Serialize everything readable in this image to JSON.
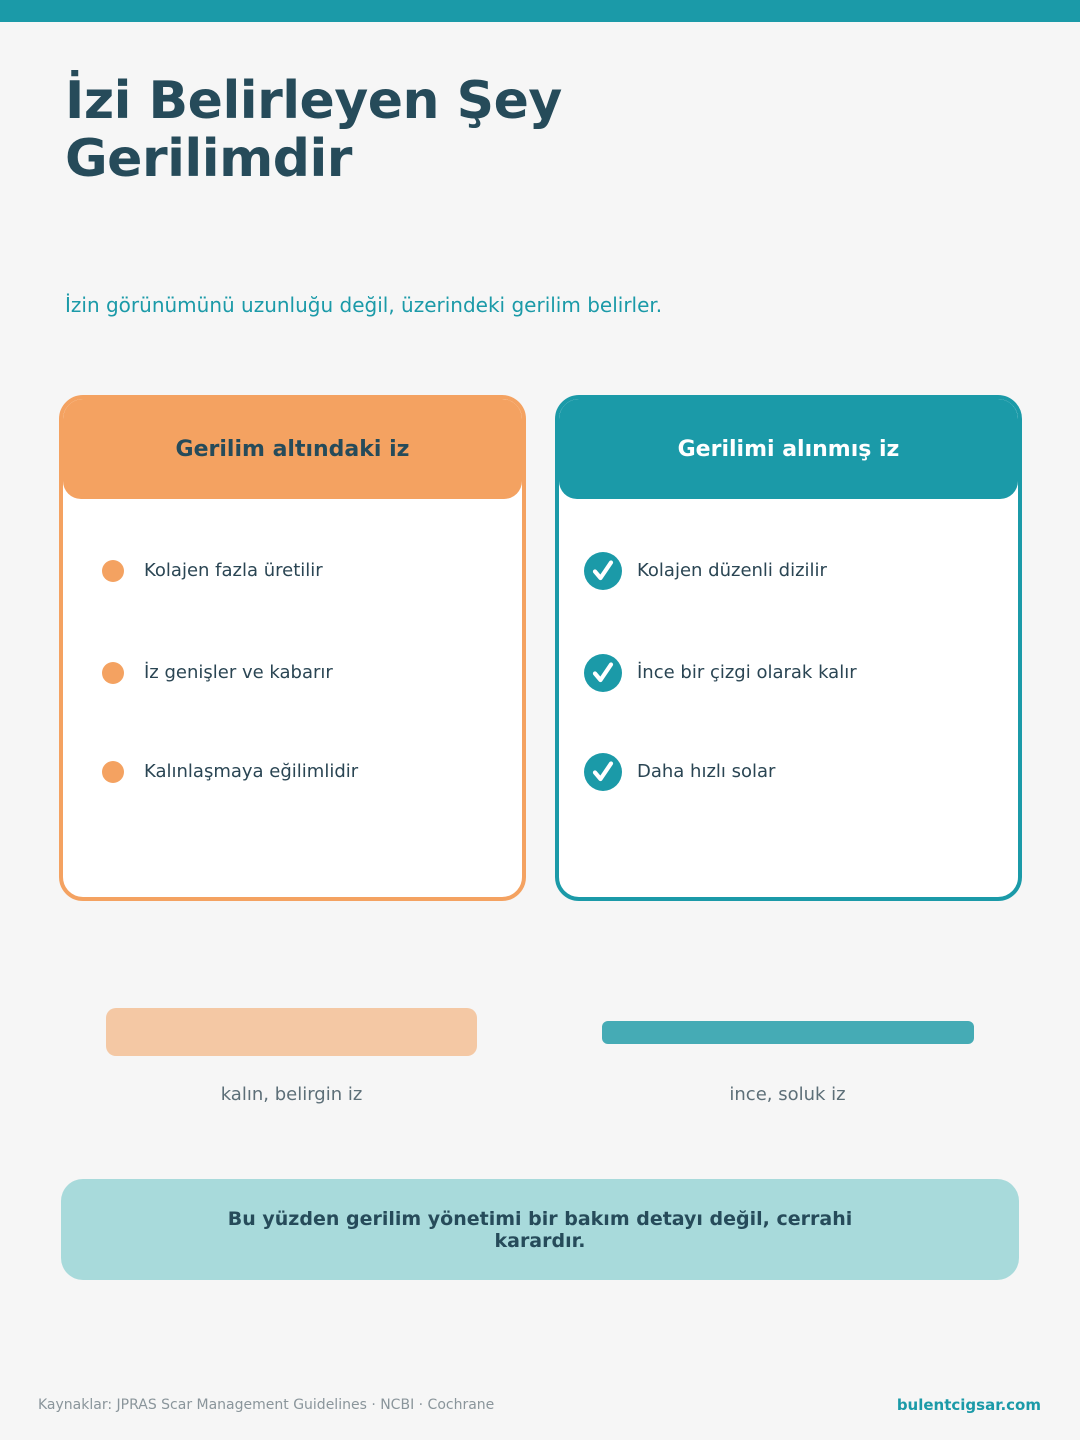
{
  "colors": {
    "accent_teal": "#1b9aa8",
    "accent_orange": "#f4a261",
    "title_color": "#264b5a",
    "background": "#f6f6f6",
    "banner_bg": "#a8dadb"
  },
  "header": {
    "title": "İzi Belirleyen Şey Gerilimdir",
    "subtitle": "İzin görünümünü uzunluğu değil, üzerindeki gerilim belirler."
  },
  "cards": {
    "left": {
      "title": "Gerilim altındaki iz",
      "bullet_icon": "orange-dot-icon",
      "items": [
        "Kolajen fazla üretilir",
        "İz genişler ve kabarır",
        "Kalınlaşmaya eğilimlidir"
      ]
    },
    "right": {
      "title": "Gerilimi alınmış iz",
      "bullet_icon": "check-circle-icon",
      "items": [
        "Kolajen düzenli dizilir",
        "İnce bir çizgi olarak kalır",
        "Daha hızlı solar"
      ]
    }
  },
  "scar_examples": {
    "left_label": "kalın, belirgin iz",
    "right_label": "ince, soluk iz"
  },
  "banner": {
    "text": "Bu yüzden gerilim yönetimi bir bakım detayı değil, cerrahi karardır."
  },
  "footer": {
    "sources": "Kaynaklar: JPRAS Scar Management Guidelines · NCBI · Cochrane",
    "site": "bulentcigsar.com"
  }
}
